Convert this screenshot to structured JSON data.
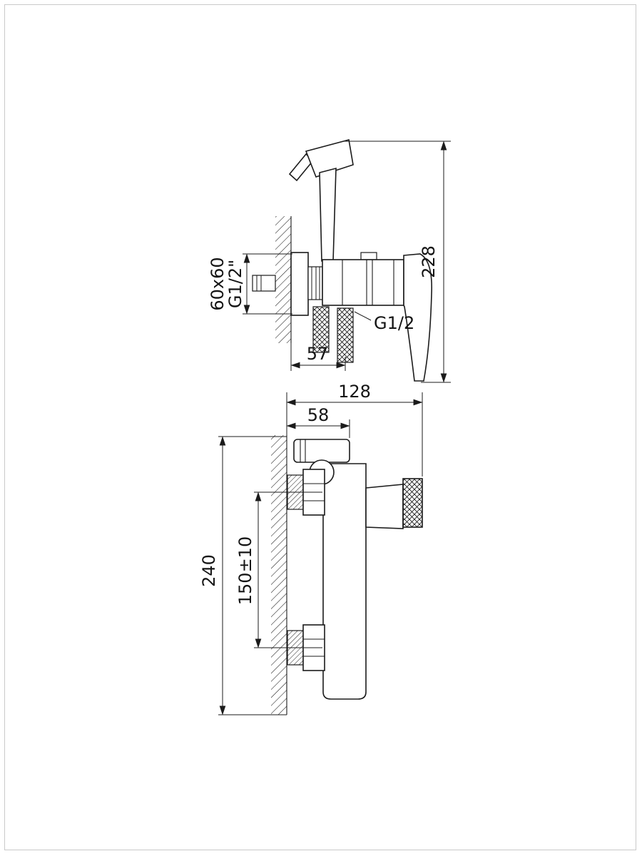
{
  "colors": {
    "line": "#1b1b1b",
    "background": "#ffffff",
    "frame_border": "#c9c9c9"
  },
  "side_view": {
    "dim_plate_size": "60x60",
    "dim_inlet_thread": "G1/2\"",
    "dim_total_height": "228",
    "dim_wall_offset": "57",
    "dim_outlet_thread": "G1/2"
  },
  "front_view": {
    "dim_overall_width": "128",
    "dim_bracket_width": "58",
    "dim_overall_height": "240",
    "dim_connection_spacing": "150±10"
  }
}
